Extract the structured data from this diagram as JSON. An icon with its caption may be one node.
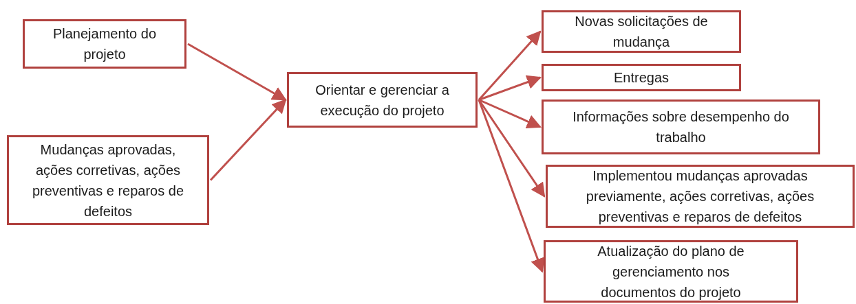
{
  "diagram": {
    "nodes": [
      {
        "text": [
          "Planejamento do projeto"
        ]
      },
      {
        "text": [
          "Mudanças aprovadas, ações corretivas, ações preventivas e reparos de defeitos"
        ]
      },
      {
        "text": [
          "Orientar e gerenciar a execução do projeto"
        ]
      },
      {
        "text": [
          "Novas solicitações de mudança"
        ]
      },
      {
        "text": [
          "Entregas"
        ]
      },
      {
        "text": [
          "Informações sobre desempenho do trabalho"
        ]
      },
      {
        "text": [
          "Implementou mudanças aprovadas previamente, ações corretivas, ações preventivas e reparos de defeitos"
        ]
      },
      {
        "text": [
          "Atualização do plano de gerenciamento nos documentos do projeto"
        ]
      }
    ],
    "edges": [
      {
        "from": 0,
        "to": 2,
        "arrow": "to"
      },
      {
        "from": 1,
        "to": 2,
        "arrow": "to"
      },
      {
        "from": 2,
        "to": 3,
        "arrow": "to"
      },
      {
        "from": 2,
        "to": 4,
        "arrow": "to"
      },
      {
        "from": 2,
        "to": 5,
        "arrow": "to"
      },
      {
        "from": 2,
        "to": 6,
        "arrow": "to"
      },
      {
        "from": 2,
        "to": 7,
        "arrow": "to"
      }
    ]
  }
}
